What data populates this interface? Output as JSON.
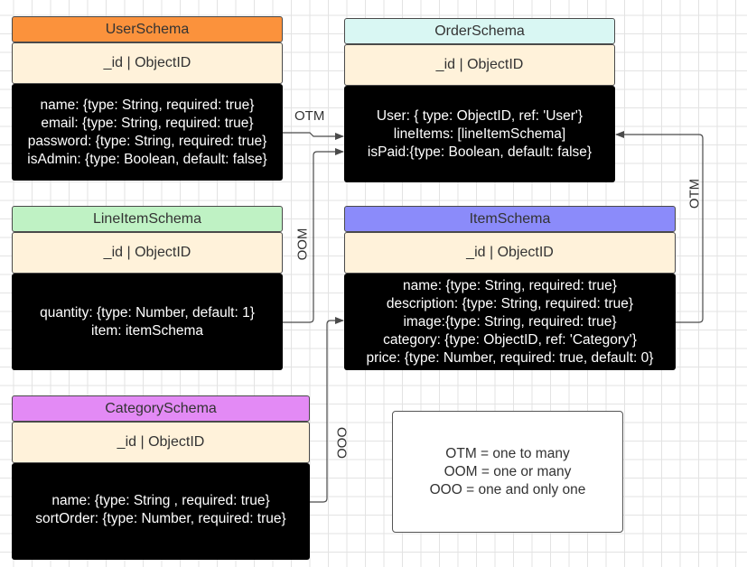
{
  "colors": {
    "user_header": "#fb923c",
    "order_header": "#d9f7f3",
    "lineitem_header": "#bff2c4",
    "item_header": "#8b8bfa",
    "category_header": "#e38af5",
    "id_row": "#fff2da",
    "fields_bg": "#000000",
    "connector": "#4a4a4a"
  },
  "schemas": {
    "user": {
      "title": "UserSchema",
      "id": "_id | ObjectID",
      "fields": [
        "name: {type: String, required: true}",
        "email: {type: String, required: true}",
        "password: {type: String, required: true}",
        "isAdmin: {type: Boolean, default: false}"
      ]
    },
    "order": {
      "title": "OrderSchema",
      "id": "_id | ObjectID",
      "fields": [
        "User: { type: ObjectID, ref: 'User'}",
        "lineItems: [lineItemSchema]",
        "isPaid:{type: Boolean, default: false}"
      ]
    },
    "lineitem": {
      "title": "LineItemSchema",
      "id": "_id | ObjectID",
      "fields": [
        "quantity: {type: Number, default: 1}",
        "item: itemSchema"
      ]
    },
    "item": {
      "title": "ItemSchema",
      "id": "_id | ObjectID",
      "fields": [
        "name: {type: String, required: true}",
        "description: {type: String, required: true}",
        "image:{type: String, required: true}",
        "category: {type: ObjectID, ref: 'Category'}",
        "price: {type: Number, required: true, default: 0}"
      ]
    },
    "category": {
      "title": "CategorySchema",
      "id": "_id | ObjectID",
      "fields": [
        "name: {type: String , required: true}",
        "sortOrder: {type: Number, required: true}"
      ]
    }
  },
  "connectors": {
    "user_to_order": "OTM",
    "lineitem_to_order": "OOM",
    "item_to_order": "OTM",
    "category_to_item": "OOO"
  },
  "legend": [
    "OTM = one to many",
    "OOM = one or many",
    "OOO = one and only one"
  ]
}
